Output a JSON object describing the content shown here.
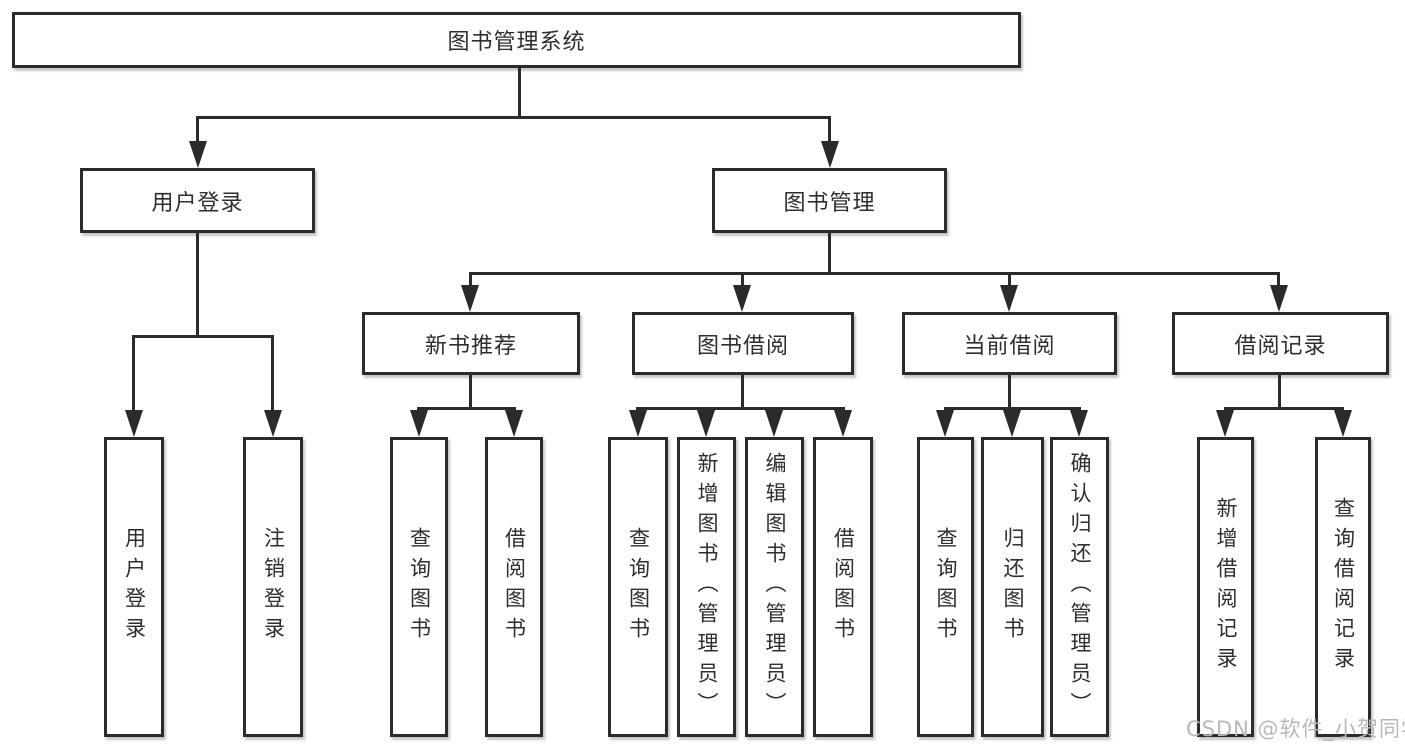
{
  "diagram": {
    "title": "图书管理系统",
    "level2": [
      {
        "id": "user-login",
        "label": "用户登录",
        "parent": "图书管理系统"
      },
      {
        "id": "book-management",
        "label": "图书管理",
        "parent": "图书管理系统"
      }
    ],
    "level3": [
      {
        "id": "new-book-recommend",
        "label": "新书推荐",
        "parent": "图书管理"
      },
      {
        "id": "book-borrow",
        "label": "图书借阅",
        "parent": "图书管理"
      },
      {
        "id": "current-borrow",
        "label": "当前借阅",
        "parent": "图书管理"
      },
      {
        "id": "borrow-record",
        "label": "借阅记录",
        "parent": "图书管理"
      }
    ],
    "leaves": [
      {
        "label": "用户登录",
        "parent": "用户登录"
      },
      {
        "label": "注销登录",
        "parent": "用户登录"
      },
      {
        "label": "查询图书",
        "parent": "新书推荐"
      },
      {
        "label": "借阅图书",
        "parent": "新书推荐"
      },
      {
        "label": "查询图书",
        "parent": "图书借阅"
      },
      {
        "label": "新增图书（管理员）",
        "parent": "图书借阅"
      },
      {
        "label": "编辑图书（管理员）",
        "parent": "图书借阅"
      },
      {
        "label": "借阅图书",
        "parent": "图书借阅"
      },
      {
        "label": "查询图书",
        "parent": "当前借阅"
      },
      {
        "label": "归还图书",
        "parent": "当前借阅"
      },
      {
        "label": "确认归还（管理员）",
        "parent": "当前借阅"
      },
      {
        "label": "新增借阅记录",
        "parent": "借阅记录"
      },
      {
        "label": "查询借阅记录",
        "parent": "借阅记录"
      }
    ],
    "watermark": {
      "text": "CSDN @软件_小贺同学"
    },
    "colors": {
      "line": "#2b2b2b",
      "box_border": "#2b2b2b",
      "box_fill": "#ffffff",
      "text": "#2e2e2e",
      "watermark": "#b8b8b8",
      "background": "#ffffff"
    }
  }
}
